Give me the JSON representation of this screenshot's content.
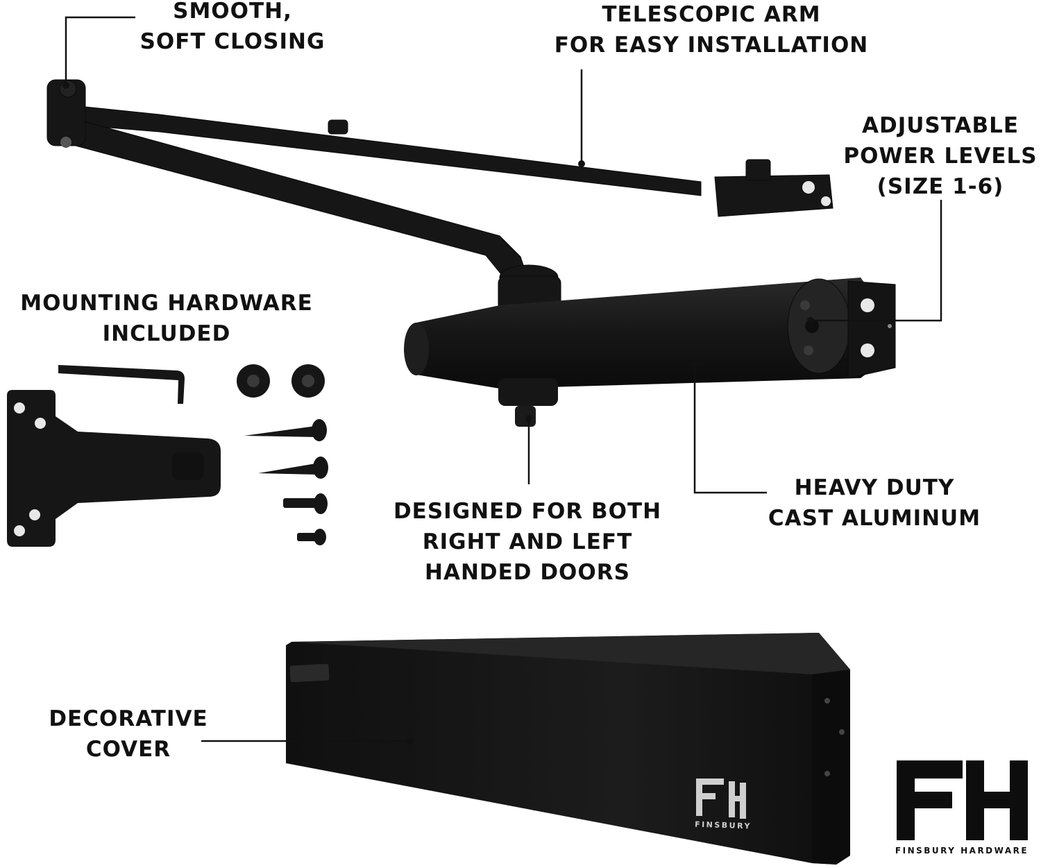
{
  "callouts": {
    "smooth": [
      "SMOOTH,",
      "SOFT CLOSING"
    ],
    "telescopic": [
      "TELESCOPIC ARM",
      "FOR EASY INSTALLATION"
    ],
    "adjustable": [
      "ADJUSTABLE",
      "POWER LEVELS",
      "(SIZE 1-6)"
    ],
    "mounting": [
      "MOUNTING HARDWARE",
      "INCLUDED"
    ],
    "designed": [
      "DESIGNED FOR BOTH",
      "RIGHT AND LEFT",
      "HANDED DOORS"
    ],
    "heavy": [
      "HEAVY DUTY",
      "CAST ALUMINUM"
    ],
    "cover": [
      "DECORATIVE",
      "COVER"
    ]
  },
  "brand": {
    "monogram": "FH",
    "name": "FINSBURY HARDWARE",
    "cover_mark": "FINSBURY"
  },
  "colors": {
    "hardware": "#161616",
    "text": "#111111",
    "background": "#ffffff"
  }
}
